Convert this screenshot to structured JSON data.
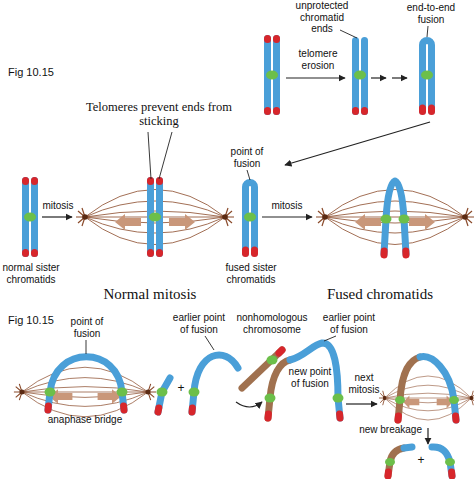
{
  "diagram": {
    "labels": [
      "Fig 10.15",
      "unprotected chromatid ends",
      "end-to-end fusion",
      "telomere erosion",
      "Telomeres prevent ends from sticking",
      "mitosis",
      "normal sister chromatids",
      "point of fusion",
      "mitosis",
      "fused sister chromatids",
      "Normal mitosis",
      "Fused chromatids",
      "Fig 10.15",
      "point of fusion",
      "anaphase bridge",
      "+",
      "earlier point of fusion",
      "nonhomologous chromosome",
      "new point of fusion",
      "earlier point of fusion",
      "next mitosis",
      "new breakage",
      "+"
    ]
  }
}
